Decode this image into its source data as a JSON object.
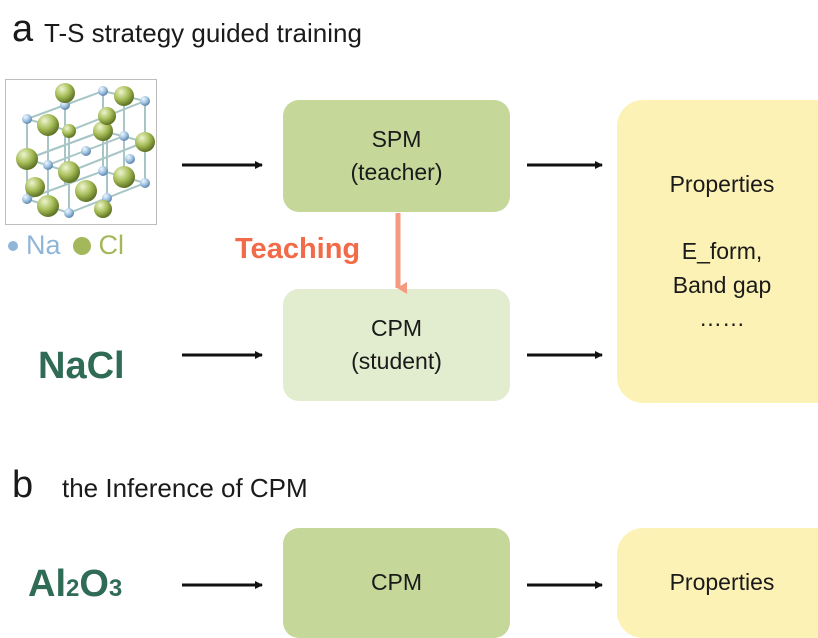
{
  "panel_a": {
    "letter": "a",
    "title": "T-S strategy guided training",
    "legend": {
      "na_label": "Na",
      "cl_label": "Cl",
      "na_color": "#8fb6d8",
      "cl_color": "#a3b85a"
    },
    "formula": "NaCl",
    "teacher_box": {
      "line1": "SPM",
      "line2": "(teacher)"
    },
    "student_box": {
      "line1": "CPM",
      "line2": "(student)"
    },
    "teaching_label": "Teaching",
    "properties_box": {
      "title": "Properties",
      "item1": "E_form,",
      "item2": "Band gap",
      "item3": "……"
    }
  },
  "panel_b": {
    "letter": "b",
    "title": "the Inference of CPM",
    "formula": {
      "el1": "Al",
      "sub1": "2",
      "el2": "O",
      "sub2": "3"
    },
    "model_box": "CPM",
    "properties_box": "Properties"
  },
  "colors": {
    "teacher_fill": "#c5d89a",
    "student_fill": "#e2ecce",
    "properties_fill": "#fdf2b5",
    "formula_text": "#2f6b55",
    "teaching_text": "#f26b48",
    "teaching_arrow": "#f59a7e"
  }
}
